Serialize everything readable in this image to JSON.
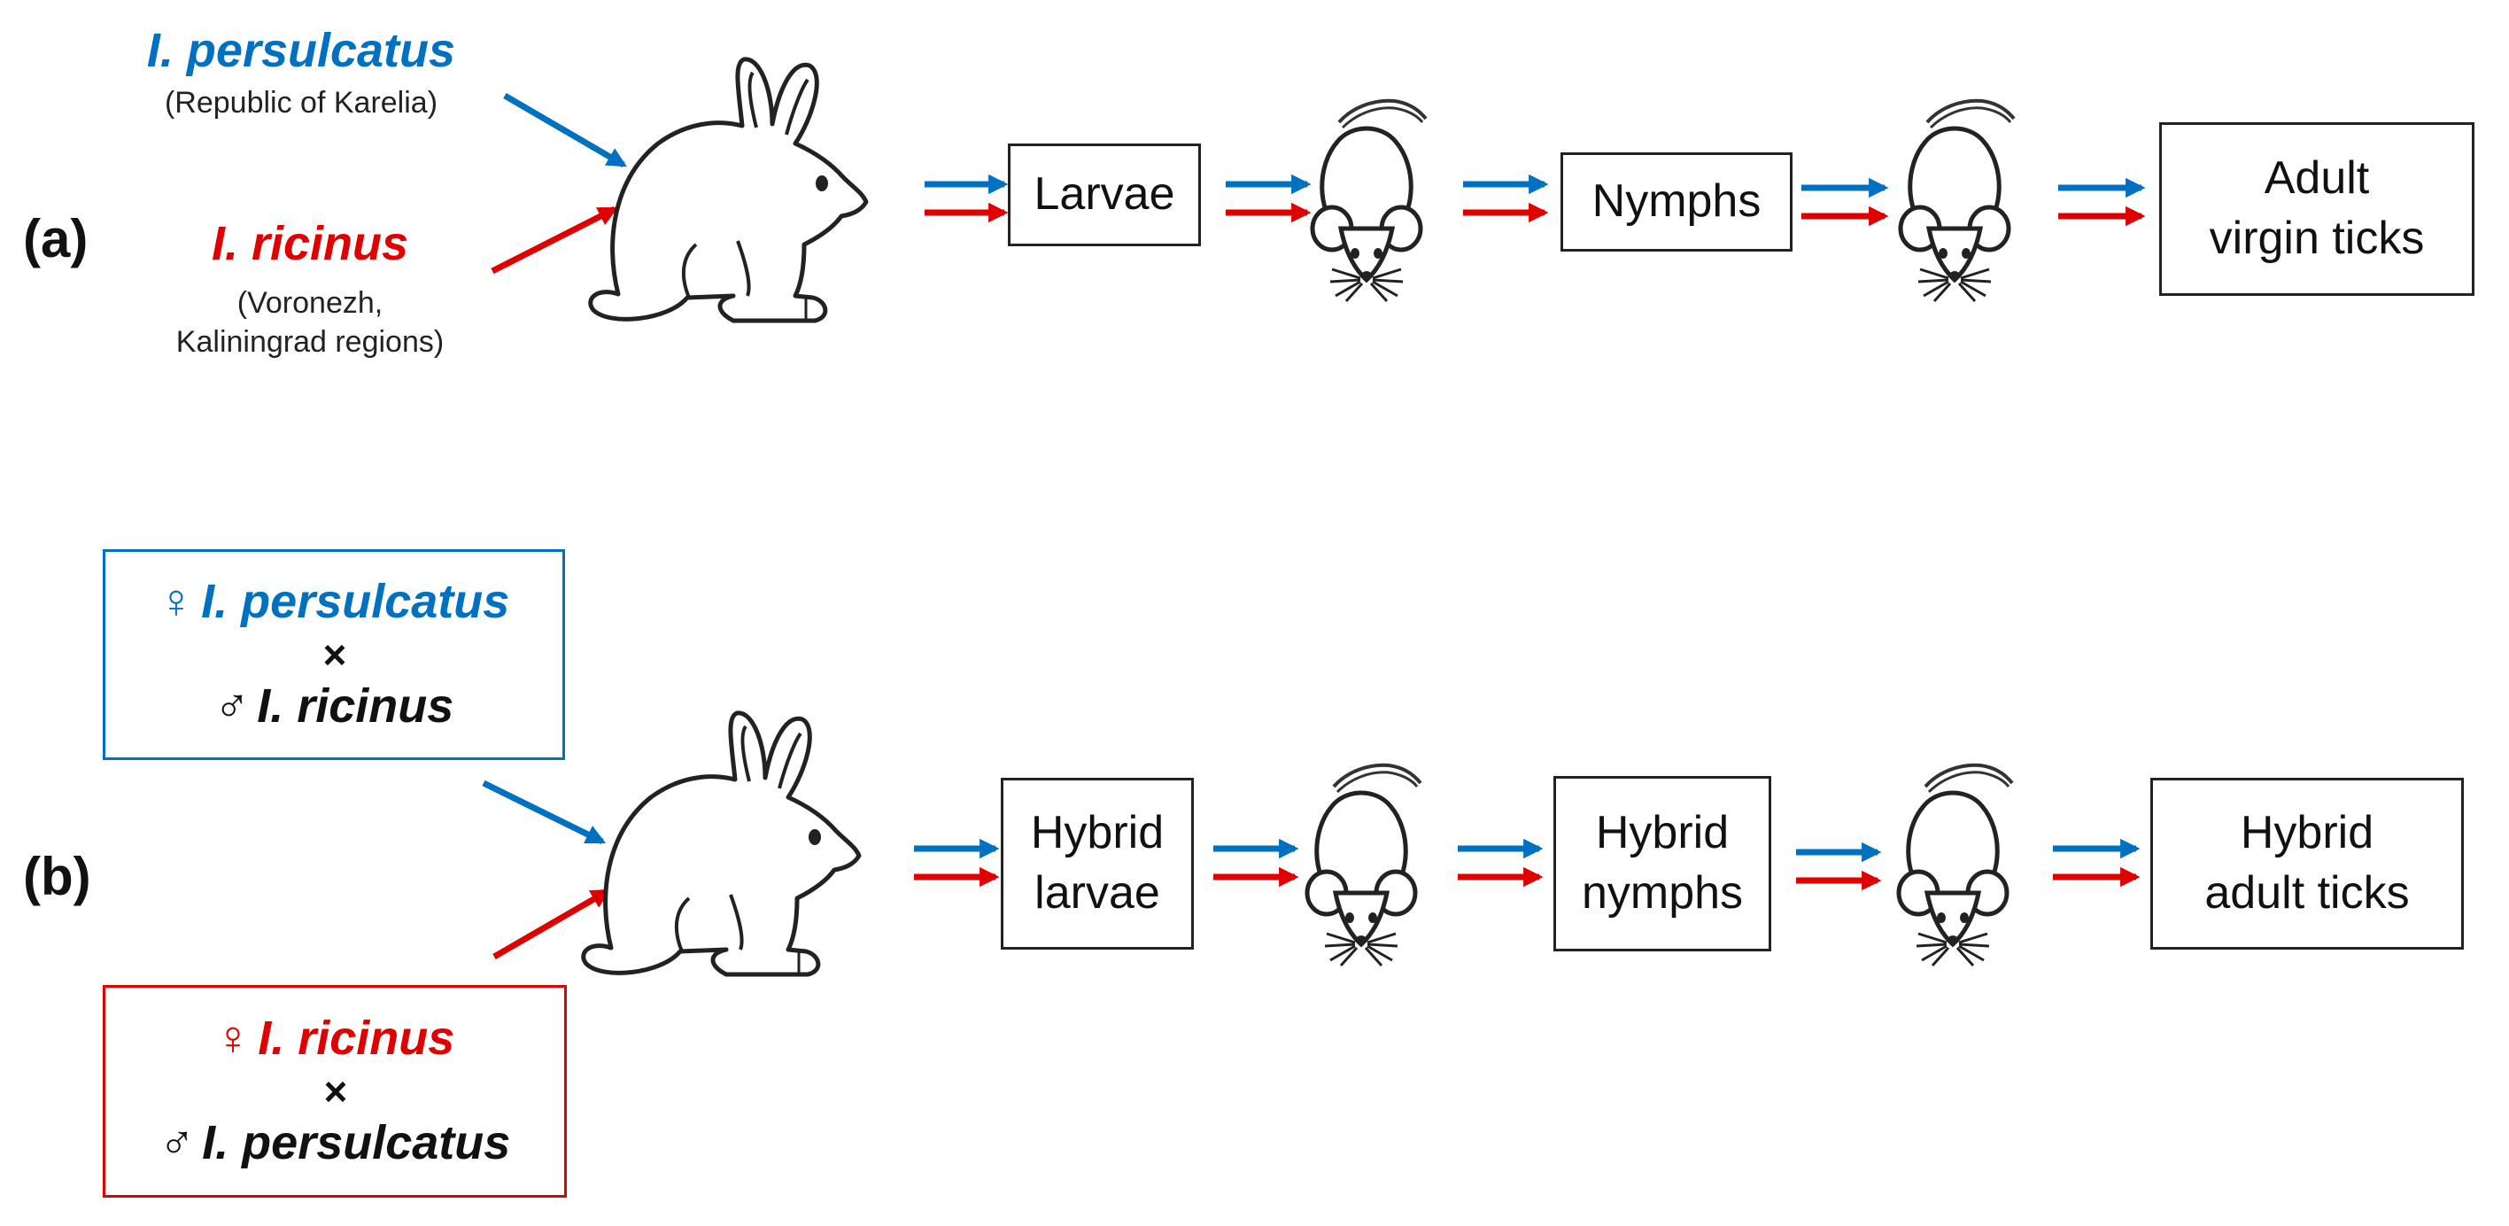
{
  "panel_a": {
    "label": "(a)",
    "species1": "I. persulcatus",
    "species1_origin": "(Republic of Karelia)",
    "species2": "I. ricinus",
    "species2_origin_line1": "(Voronezh,",
    "species2_origin_line2": "Kaliningrad regions)",
    "stage1": "Larvae",
    "stage2": "Nymphs",
    "stage3_line1": "Adult",
    "stage3_line2": "virgin ticks"
  },
  "panel_b": {
    "label": "(b)",
    "cross1": {
      "female_symbol": "♀",
      "female": "I. persulcatus",
      "times": "×",
      "male_symbol": "♂",
      "male": "I. ricinus"
    },
    "cross2": {
      "female_symbol": "♀",
      "female": "I. ricinus",
      "times": "×",
      "male_symbol": "♂",
      "male": "I. persulcatus"
    },
    "stage1_line1": "Hybrid",
    "stage1_line2": "larvae",
    "stage2_line1": "Hybrid",
    "stage2_line2": "nymphs",
    "stage3_line1": "Hybrid",
    "stage3_line2": "adult ticks"
  },
  "icons": {
    "host_rabbit": "rabbit-icon",
    "host_mouse": "mouse-icon"
  },
  "colors": {
    "persulcatus": "#0070c0",
    "ricinus": "#e00000",
    "outline": "#222222"
  }
}
